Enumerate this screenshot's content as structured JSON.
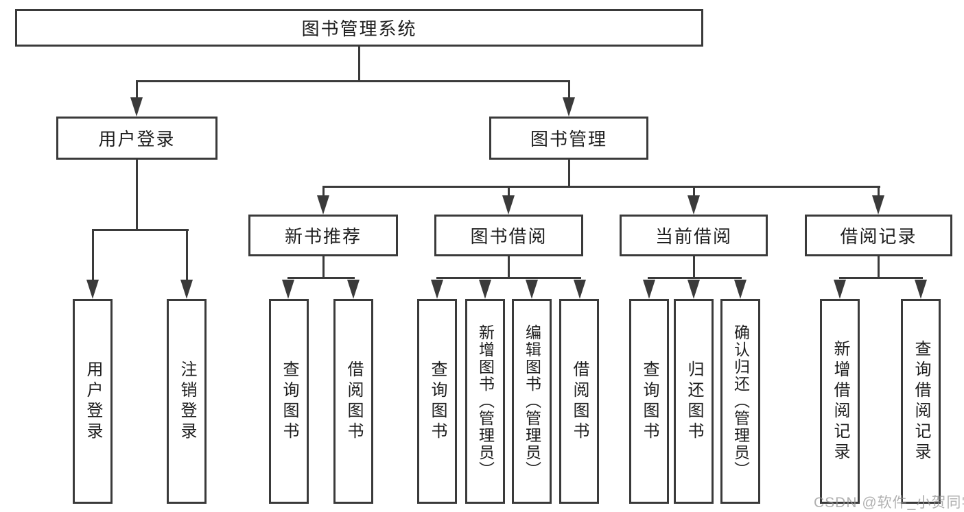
{
  "tree": {
    "root": {
      "label": "图书管理系统"
    },
    "branches": [
      {
        "label": "用户登录",
        "children": [
          {
            "label": "用户登录"
          },
          {
            "label": "注销登录"
          }
        ]
      },
      {
        "label": "图书管理",
        "children": [
          {
            "label": "新书推荐",
            "children": [
              {
                "label": "查询图书"
              },
              {
                "label": "借阅图书"
              }
            ]
          },
          {
            "label": "图书借阅",
            "children": [
              {
                "label": "查询图书"
              },
              {
                "label": "新增图书（管理员）"
              },
              {
                "label": "编辑图书（管理员）"
              },
              {
                "label": "借阅图书"
              }
            ]
          },
          {
            "label": "当前借阅",
            "children": [
              {
                "label": "查询图书"
              },
              {
                "label": "归还图书"
              },
              {
                "label": "确认归还（管理员）"
              }
            ]
          },
          {
            "label": "借阅记录",
            "children": [
              {
                "label": "新增借阅记录"
              },
              {
                "label": "查询借阅记录"
              }
            ]
          }
        ]
      }
    ]
  },
  "watermark": {
    "text": "CSDN @软件_小贺同学",
    "color": "#b3b3b3"
  },
  "colors": {
    "line": "#3a3a3a",
    "box_border": "#3a3a3a",
    "box_background": "#ffffff",
    "text": "#1e1e1e"
  }
}
